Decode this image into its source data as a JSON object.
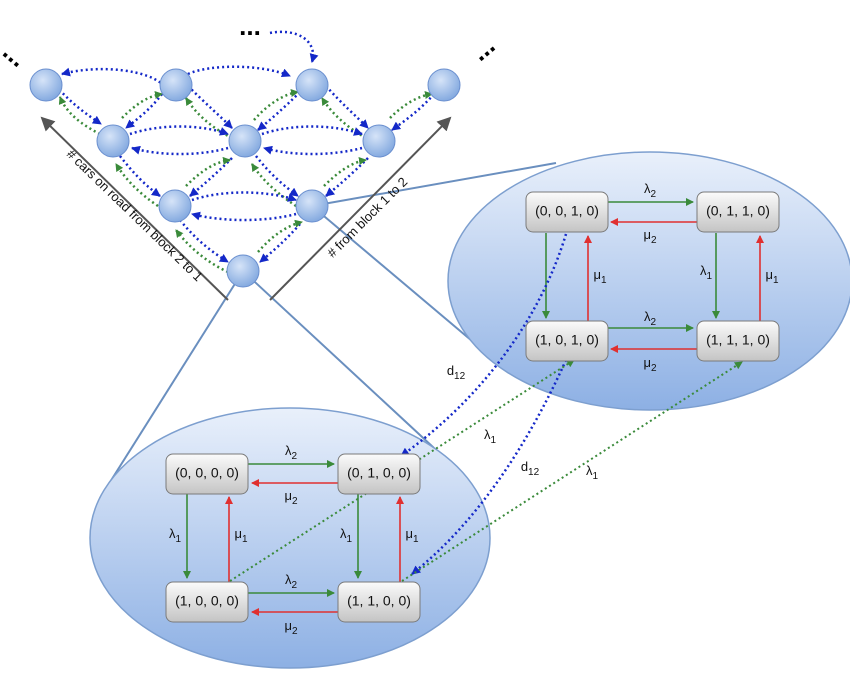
{
  "axes": {
    "left_label": "# cars on road from block 2 to 1",
    "right_label": "# from block 1 to 2"
  },
  "ellipsis": "...",
  "upper_states": [
    "(0, 0, 1, 0)",
    "(0, 1, 1, 0)",
    "(1, 0, 1, 0)",
    "(1, 1, 1, 0)"
  ],
  "lower_states": [
    "(0, 0, 0, 0)",
    "(0, 1, 0, 0)",
    "(1, 0, 0, 0)",
    "(1, 1, 0, 0)"
  ],
  "rates": {
    "lambda1": "λ1",
    "lambda2": "λ2",
    "mu1": "μ1",
    "mu2": "μ2",
    "d12": "d12"
  },
  "colors": {
    "forward": "#3a8a3a",
    "backward": "#e03030",
    "blue_dotted": "#1428c8",
    "green_dotted": "#3a8a3a",
    "node_fill": "#8fb3e6",
    "ellipse_fill": "#9dbbe8",
    "connector": "#6a8fbf"
  }
}
